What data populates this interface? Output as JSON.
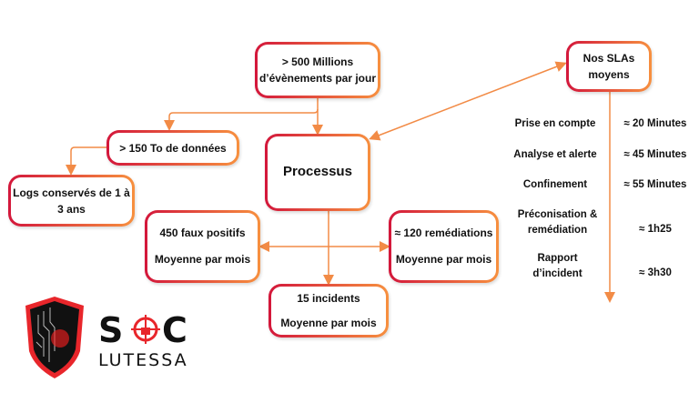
{
  "nodes": {
    "events": {
      "line1": "> 500 Millions",
      "line2": "d’évènements par jour"
    },
    "storage": {
      "line1": "> 150 To de données"
    },
    "logs": {
      "line1": "Logs conservés de 1 à",
      "line2": "3 ans"
    },
    "process": {
      "line1": "Processus"
    },
    "false_pos": {
      "line1": "450 faux positifs",
      "line2": "Moyenne par mois"
    },
    "remed": {
      "line1": "≈ 120 remédiations",
      "line2": "Moyenne par mois"
    },
    "incidents": {
      "line1": "15 incidents",
      "line2": "Moyenne par mois"
    },
    "slas": {
      "line1": "Nos SLAs",
      "line2": "moyens"
    }
  },
  "sla_rows": [
    {
      "label": "Prise en compte",
      "value": "≈ 20 Minutes"
    },
    {
      "label": "Analyse et alerte",
      "value": "≈ 45 Minutes"
    },
    {
      "label": "Confinement",
      "value": "≈ 55 Minutes"
    },
    {
      "label": "Préconisation & remédiation",
      "value": "≈ 1h25"
    },
    {
      "label": "Rapport d’incident",
      "value": "≈ 3h30"
    }
  ],
  "logo": {
    "title": "SOC",
    "subtitle": "LUTESSA"
  },
  "colors": {
    "red": "#d3173b",
    "orange": "#f7903f",
    "line": "#f28b46"
  }
}
